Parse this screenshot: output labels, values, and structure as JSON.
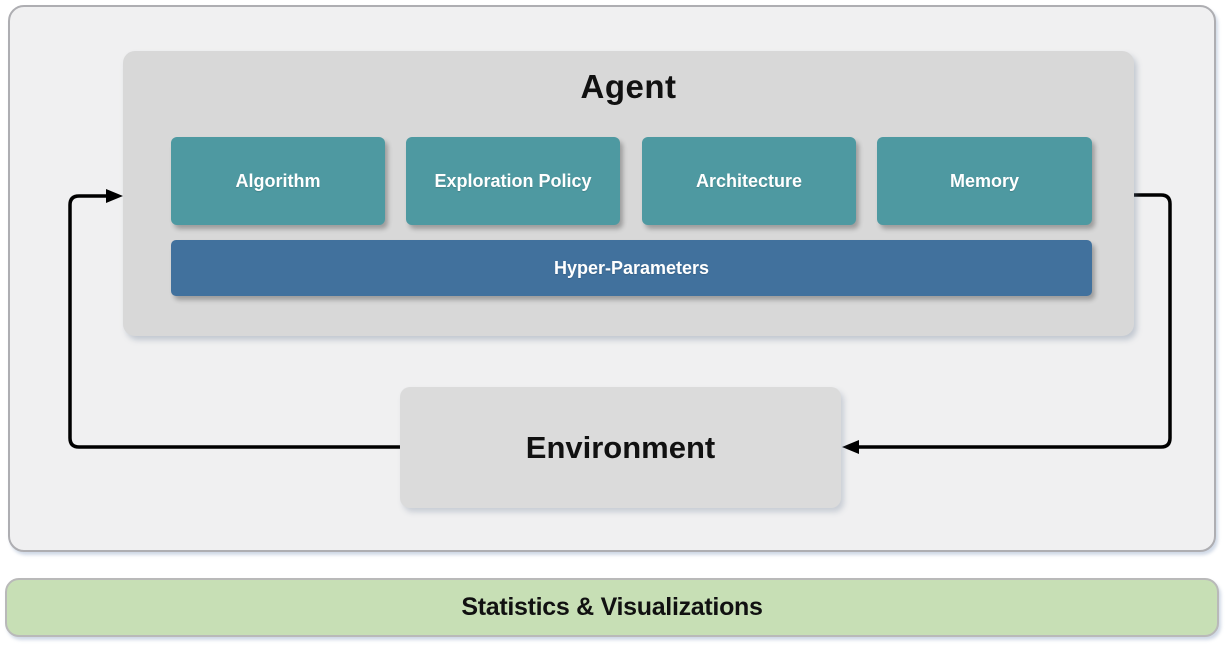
{
  "diagram": {
    "agent": {
      "title": "Agent",
      "components": [
        {
          "label": "Algorithm"
        },
        {
          "label": "Exploration Policy"
        },
        {
          "label": "Architecture"
        },
        {
          "label": "Memory"
        }
      ],
      "hyper_parameters_label": "Hyper-Parameters"
    },
    "environment": {
      "label": "Environment"
    },
    "footer": {
      "label": "Statistics & Visualizations"
    },
    "icons": {
      "left_arrow": "environment-to-agent-arrow",
      "right_arrow": "agent-to-environment-arrow"
    },
    "colors": {
      "component_teal": "#4e99a1",
      "hyper_parameters_blue": "#41719d",
      "agent_container_gray": "#d8d8d8",
      "environment_gray": "#dbdbdb",
      "outer_panel_fill": "#f0f0f1",
      "outer_panel_border": "#aeaeb2",
      "footer_green": "#c7dfb5",
      "footer_border": "#b9b9b9",
      "arrow_black": "#000000",
      "box_text_white": "#ffffff",
      "title_text_black": "#111111"
    }
  }
}
